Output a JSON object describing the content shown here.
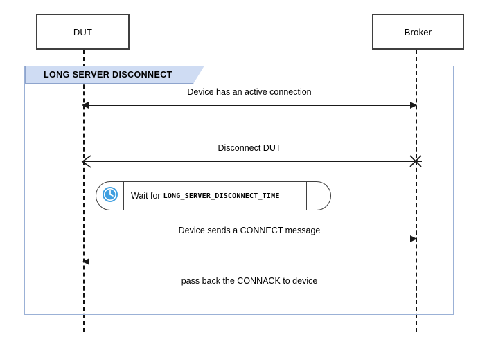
{
  "diagram": {
    "type": "uml-sequence-diagram",
    "participants": [
      {
        "id": "dut",
        "label": "DUT"
      },
      {
        "id": "broker",
        "label": "Broker"
      }
    ],
    "fragment": {
      "label": "LONG SERVER DISCONNECT",
      "border_color": "#9bb1d6",
      "tab_fill": "#cfdcf3"
    },
    "messages": [
      {
        "id": "active-connection",
        "label": "Device has an active connection",
        "style": "solid",
        "arrow": "both"
      },
      {
        "id": "disconnect-dut",
        "label": "Disconnect DUT",
        "style": "solid",
        "arrow": "left-open",
        "end_marker": "x"
      },
      {
        "id": "connect-message",
        "label": "Device sends a CONNECT message",
        "style": "dashed",
        "arrow": "right"
      },
      {
        "id": "connack-message",
        "label": "pass back the CONNACK to device",
        "style": "dashed",
        "arrow": "left"
      }
    ],
    "wait_block": {
      "icon": "clock-icon",
      "icon_color": "#3f9fe0",
      "text_prefix": "Wait for",
      "constant": "LONG_SERVER_DISCONNECT_TIME"
    }
  }
}
